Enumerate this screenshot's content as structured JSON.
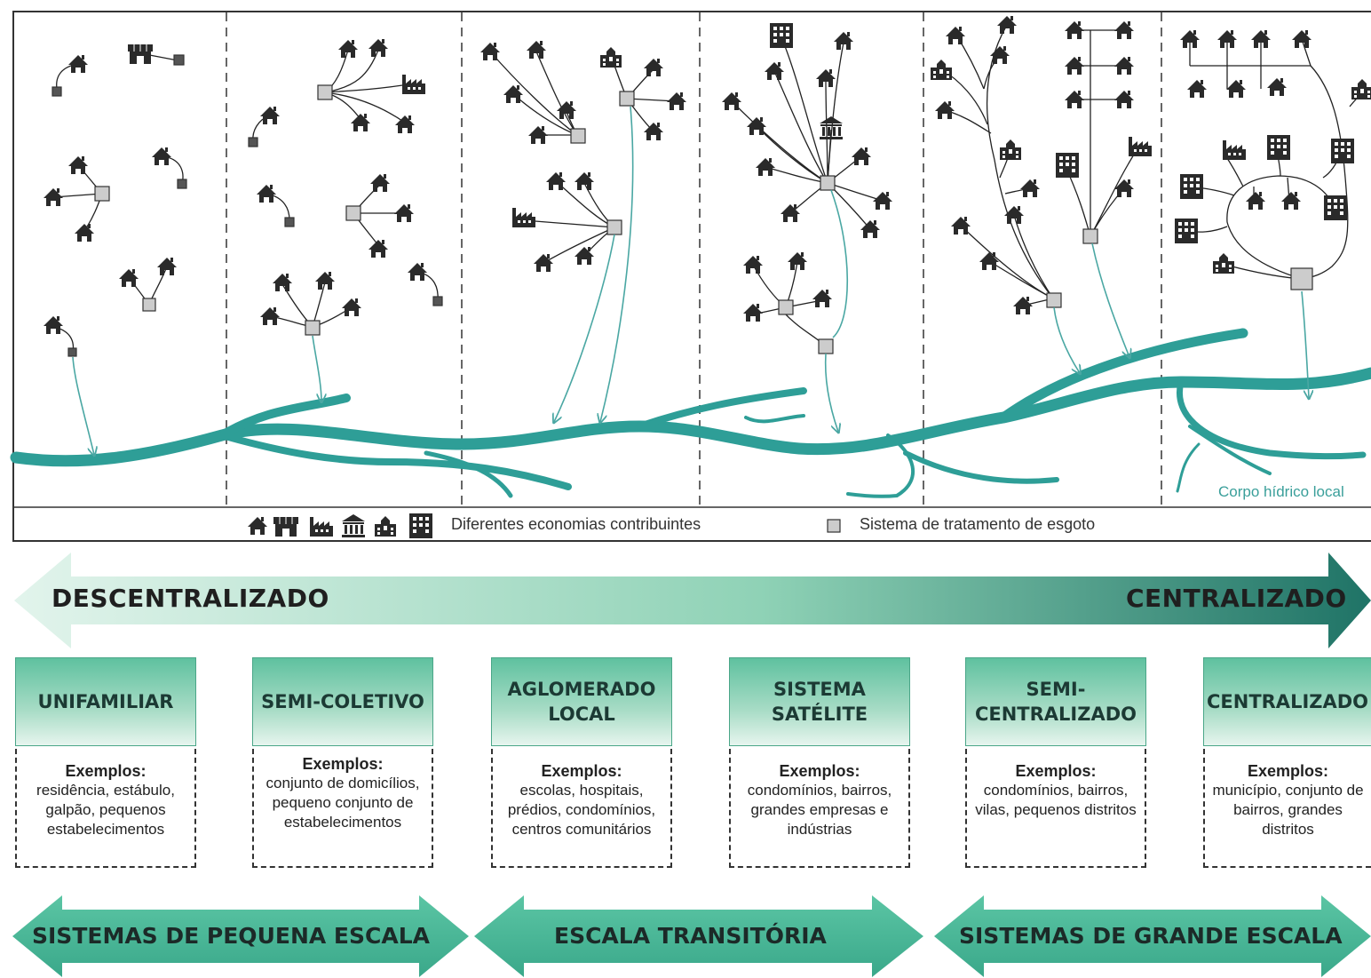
{
  "legend": {
    "economies_label": "Diferentes economias contribuintes",
    "treatment_label": "Sistema de tratamento de esgoto"
  },
  "river_label": "Corpo hídrico local",
  "spectrum": {
    "left_label": "DESCENTRALIZADO",
    "right_label": "CENTRALIZADO"
  },
  "categories": [
    {
      "title": "UNIFAMILIAR",
      "examples_head": "Exemplos:",
      "examples": "residência, estábulo, galpão, pequenos estabelecimentos"
    },
    {
      "title": "SEMI-COLETIVO",
      "examples_head": "Exemplos:",
      "examples": "conjunto de domicílios, pequeno conjunto de estabelecimentos"
    },
    {
      "title": "AGLOMERADO LOCAL",
      "examples_head": "Exemplos:",
      "examples": "escolas, hospitais, prédios, condomínios, centros comunitários"
    },
    {
      "title": "SISTEMA SATÉLITE",
      "examples_head": "Exemplos:",
      "examples": "condomínios, bairros, grandes empresas e indústrias"
    },
    {
      "title": "SEMI-CENTRALIZADO",
      "examples_head": "Exemplos:",
      "examples": "condomínios, bairros, vilas, pequenos distritos"
    },
    {
      "title": "CENTRALIZADO",
      "examples_head": "Exemplos:",
      "examples": "município, conjunto de bairros, grandes distritos"
    }
  ],
  "scales": {
    "small": "SISTEMAS DE PEQUENA ESCALA",
    "transition": "ESCALA TRANSITÓRIA",
    "large": "SISTEMAS DE GRANDE ESCALA"
  },
  "colors": {
    "river": "#2e9e97",
    "outflow": "#4aa7a3",
    "treatment": "#cccccc",
    "icon": "#2a2a2a",
    "box_top": "#5fc19f",
    "arrow_dark": "#1e6e62",
    "arrow_light": "#cfeee2"
  },
  "icons": [
    "house-icon",
    "shop-icon",
    "factory-icon",
    "institution-icon",
    "school-icon",
    "building-icon"
  ]
}
